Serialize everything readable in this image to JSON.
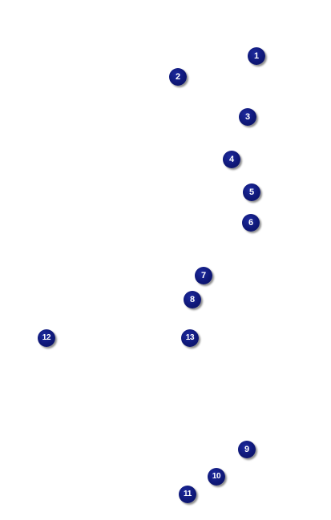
{
  "markers": {
    "m1": "1",
    "m2": "2",
    "m3": "3",
    "m4": "4",
    "m5": "5",
    "m6": "6",
    "m7": "7",
    "m8": "8",
    "m9": "9",
    "m10": "10",
    "m11": "11",
    "m12": "12",
    "m13": "13"
  },
  "colors": {
    "marker_fill": "#0f1878",
    "marker_text": "#ffffff",
    "background": "#ffffff"
  }
}
